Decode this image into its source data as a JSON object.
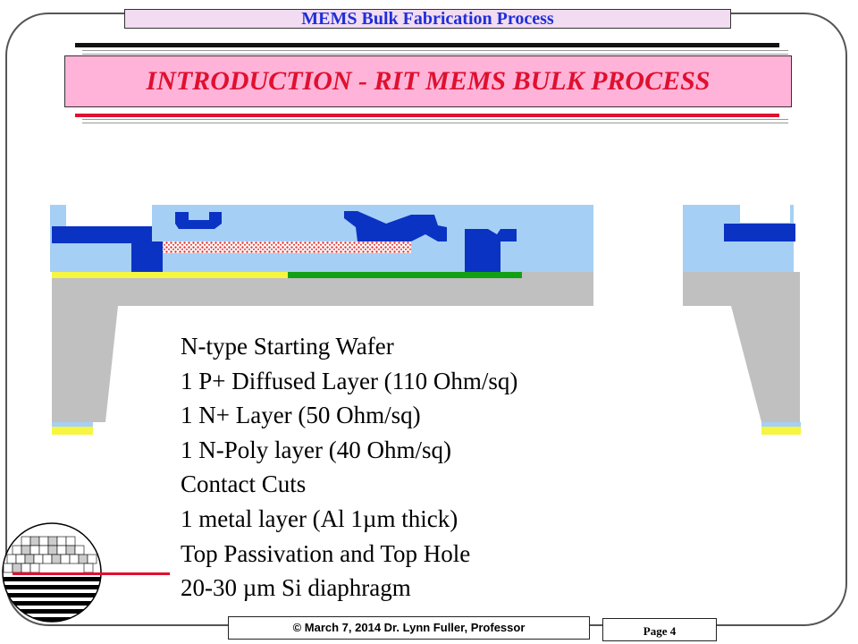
{
  "header": {
    "title": "MEMS Bulk Fabrication Process"
  },
  "slide": {
    "title": "INTRODUCTION - RIT MEMS BULK PROCESS"
  },
  "bullets": [
    "N-type Starting Wafer",
    "1 P+ Diffused Layer (110 Ohm/sq)",
    "1 N+ Layer (50 Ohm/sq)",
    "1 N-Poly layer (40 Ohm/sq)",
    "Contact Cuts",
    "1 metal layer (Al 1µm thick)",
    "Top Passivation  and Top Hole",
    "20-30 µm Si diaphragm"
  ],
  "footer": {
    "copyright": "© March 7, 2014 Dr. Lynn Fuller, Professor",
    "page": "Page 4"
  },
  "colors": {
    "header_text": "#1f2fd6",
    "title_text": "#e0102f",
    "title_bg": "#ffb3d9",
    "oxide": "#a6cff5",
    "metal": "#0a33c4",
    "silicon": "#c0c0c0",
    "p_plus": "#f5f542",
    "n_plus": "#14a014",
    "poly": "#e03030"
  },
  "icons": {
    "logo": "rit-wafer-logo-icon"
  }
}
